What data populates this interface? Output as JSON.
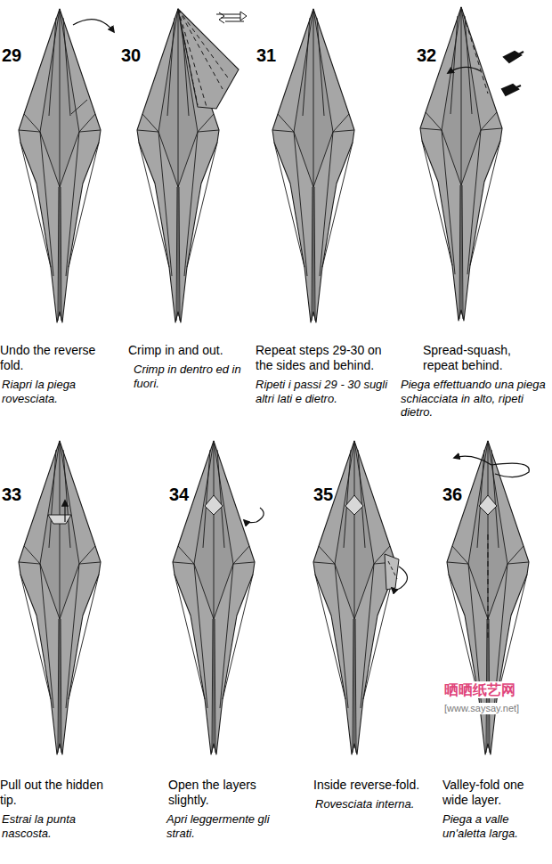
{
  "diagram": {
    "labels": [
      "29",
      "30",
      "31",
      "32",
      "Undo the reverse fold.",
      "Riapri la piega rovesciata.",
      "Crimp in and out.",
      "Crimp in dentro ed in fuori.",
      "Repeat steps 29-30 on the sides and behind.",
      "Ripeti i passi 29 - 30 sugli altri lati e dietro.",
      "Spread-squash, repeat behind.",
      "Piega effettuando una piega schiacciata in alto, ripeti dietro.",
      "33",
      "34",
      "35",
      "36",
      "晒晒纸艺网",
      "[www.saysay.net]",
      "Pull out the hidden tip.",
      "Estrai la punta nascosta.",
      "Open the layers slightly.",
      "Apri leggermente gli strati.",
      "Inside reverse-fold.",
      "Rovesciata interna.",
      "Valley-fold one wide layer.",
      "Piega a valle un'aletta larga."
    ]
  }
}
